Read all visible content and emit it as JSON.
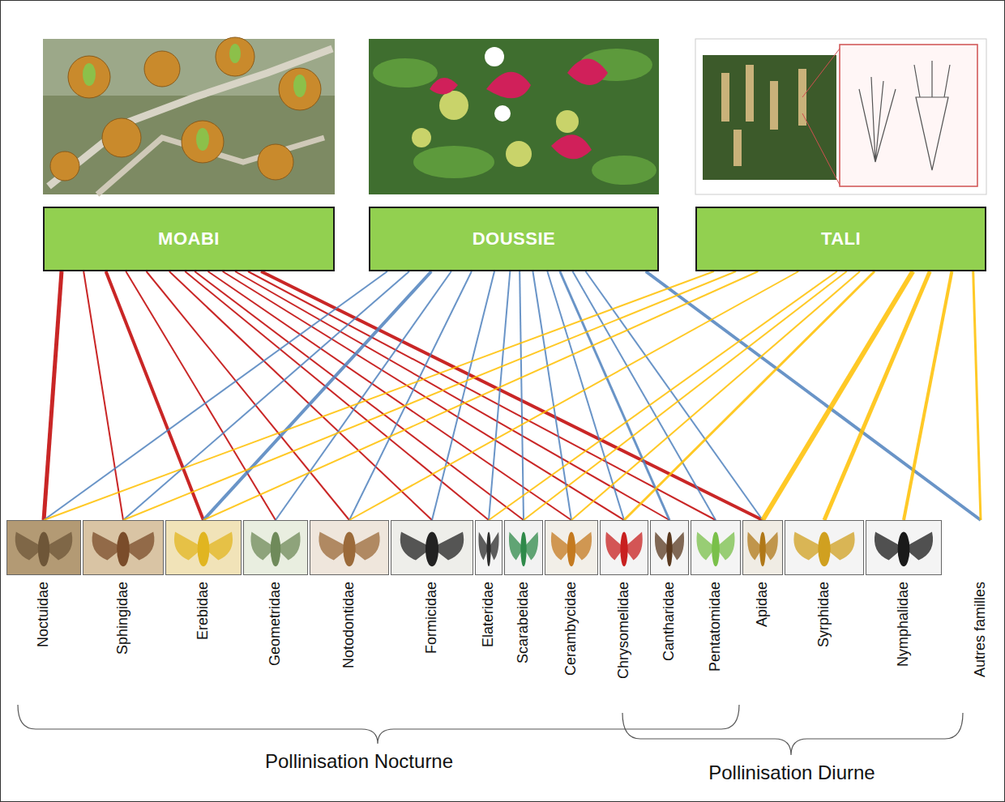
{
  "diagram": {
    "nodes": [
      {
        "text": [
          "MOABI"
        ]
      },
      {
        "text": [
          "DOUSSIE"
        ]
      },
      {
        "text": [
          "TALI"
        ]
      },
      {
        "text": [
          "Noctuidae"
        ]
      },
      {
        "text": [
          "Sphingidae"
        ]
      },
      {
        "text": [
          "Erebidae"
        ]
      },
      {
        "text": [
          "Geometridae"
        ]
      },
      {
        "text": [
          "Notodontidae"
        ]
      },
      {
        "text": [
          "Formicidae"
        ]
      },
      {
        "text": [
          "Elateridae"
        ]
      },
      {
        "text": [
          "Scarabeidae"
        ]
      },
      {
        "text": [
          "Cerambycidae"
        ]
      },
      {
        "text": [
          "Chrysomelidae"
        ]
      },
      {
        "text": [
          "Cantharidae"
        ]
      },
      {
        "text": [
          "Pentatomidae"
        ]
      },
      {
        "text": [
          "Apidae"
        ]
      },
      {
        "text": [
          "Syrphidae"
        ]
      },
      {
        "text": [
          "Nymphalidae"
        ]
      },
      {
        "text": [
          "Autres familles"
        ]
      }
    ],
    "edges": [
      {
        "from": 0,
        "to": 3,
        "arrow": "none"
      },
      {
        "from": 0,
        "to": 4,
        "arrow": "none"
      },
      {
        "from": 0,
        "to": 5,
        "arrow": "none"
      },
      {
        "from": 0,
        "to": 6,
        "arrow": "none"
      },
      {
        "from": 0,
        "to": 7,
        "arrow": "none"
      },
      {
        "from": 0,
        "to": 8,
        "arrow": "none"
      },
      {
        "from": 0,
        "to": 9,
        "arrow": "none"
      },
      {
        "from": 0,
        "to": 10,
        "arrow": "none"
      },
      {
        "from": 0,
        "to": 11,
        "arrow": "none"
      },
      {
        "from": 0,
        "to": 12,
        "arrow": "none"
      },
      {
        "from": 0,
        "to": 13,
        "arrow": "none"
      },
      {
        "from": 0,
        "to": 14,
        "arrow": "none"
      },
      {
        "from": 0,
        "to": 15,
        "arrow": "none"
      },
      {
        "from": 1,
        "to": 3,
        "arrow": "none"
      },
      {
        "from": 1,
        "to": 4,
        "arrow": "none"
      },
      {
        "from": 1,
        "to": 5,
        "arrow": "none"
      },
      {
        "from": 1,
        "to": 6,
        "arrow": "none"
      },
      {
        "from": 1,
        "to": 7,
        "arrow": "none"
      },
      {
        "from": 1,
        "to": 8,
        "arrow": "none"
      },
      {
        "from": 1,
        "to": 9,
        "arrow": "none"
      },
      {
        "from": 1,
        "to": 10,
        "arrow": "none"
      },
      {
        "from": 1,
        "to": 11,
        "arrow": "none"
      },
      {
        "from": 1,
        "to": 12,
        "arrow": "none"
      },
      {
        "from": 1,
        "to": 13,
        "arrow": "none"
      },
      {
        "from": 1,
        "to": 14,
        "arrow": "none"
      },
      {
        "from": 1,
        "to": 15,
        "arrow": "none"
      },
      {
        "from": 1,
        "to": 18,
        "arrow": "none"
      },
      {
        "from": 2,
        "to": 3,
        "arrow": "none"
      },
      {
        "from": 2,
        "to": 4,
        "arrow": "none"
      },
      {
        "from": 2,
        "to": 5,
        "arrow": "none"
      },
      {
        "from": 2,
        "to": 7,
        "arrow": "none"
      },
      {
        "from": 2,
        "to": 9,
        "arrow": "none"
      },
      {
        "from": 2,
        "to": 10,
        "arrow": "none"
      },
      {
        "from": 2,
        "to": 11,
        "arrow": "none"
      },
      {
        "from": 2,
        "to": 12,
        "arrow": "none"
      },
      {
        "from": 2,
        "to": 15,
        "arrow": "none"
      },
      {
        "from": 2,
        "to": 16,
        "arrow": "none"
      },
      {
        "from": 2,
        "to": 17,
        "arrow": "none"
      },
      {
        "from": 2,
        "to": 18,
        "arrow": "none"
      }
    ],
    "labels": [
      "Pollinisation Nocturne",
      "Pollinisation Diurne"
    ]
  }
}
